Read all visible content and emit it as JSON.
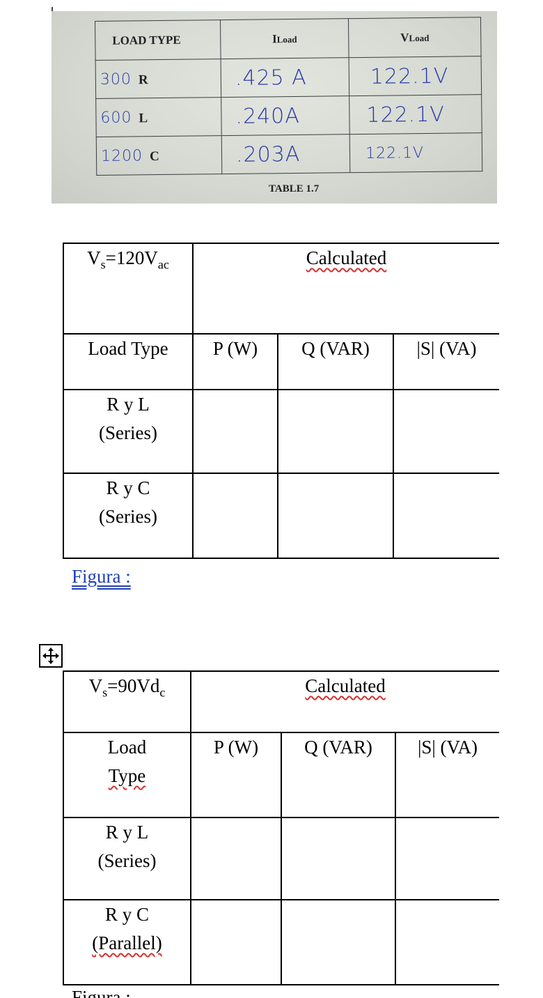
{
  "photo_table": {
    "headers": {
      "load_type": "LOAD TYPE",
      "i_main": "I",
      "i_sub": "Load",
      "v_main": "V",
      "v_sub": "Load"
    },
    "rows": [
      {
        "num": "300",
        "letter": "R",
        "current": ".425 A",
        "voltage": "122.1V"
      },
      {
        "num": "600",
        "letter": "L",
        "current": ".240A",
        "voltage": "122.1V"
      },
      {
        "num": "1200",
        "letter": "C",
        "current": ".203A",
        "voltage": "122.1V"
      }
    ],
    "caption": "TABLE 1.7"
  },
  "table1": {
    "vs_main": "V",
    "vs_s": "s",
    "vs_eq": "=120V",
    "vs_unit": "ac",
    "calculated": "Calculated",
    "col_load": "Load Type",
    "col_p": "P (W)",
    "col_q": "Q (VAR)",
    "col_s": "|S| (VA)",
    "rows": [
      {
        "line1": "R y L",
        "line2": "(Series)"
      },
      {
        "line1": "R y C",
        "line2": "(Series)"
      }
    ]
  },
  "figura1": "Figura :",
  "table2": {
    "vs_main": "V",
    "vs_s": "s",
    "vs_eq": "=90Vd",
    "vs_unit": "c",
    "calculated": "Calculated",
    "col_load_1": "Load",
    "col_load_2": "Type",
    "col_p": "P (W)",
    "col_q": "Q (VAR)",
    "col_s": "|S| (VA)",
    "rows": [
      {
        "line1": "R y L",
        "line2": "(Series)"
      },
      {
        "line1": "R y C",
        "line2": "(Parallel)"
      }
    ]
  },
  "figura2": "Figura :",
  "icons": {
    "move_handle": "move-arrows-icon"
  }
}
